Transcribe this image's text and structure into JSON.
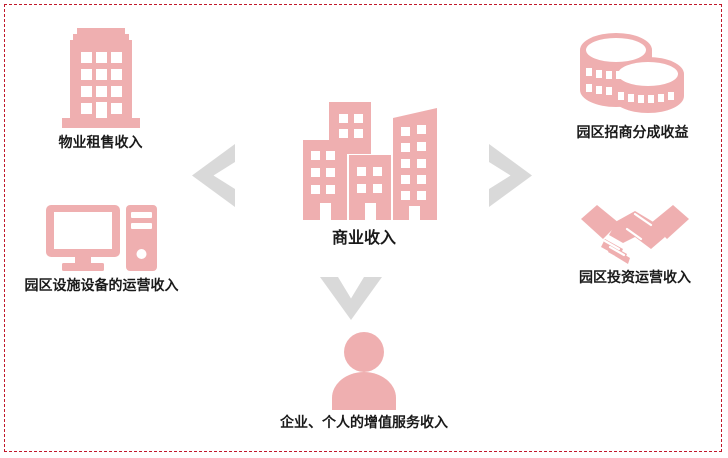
{
  "diagram": {
    "title": "商业收入",
    "frame": {
      "style": "dashed",
      "color": "#c2182b"
    },
    "palette": {
      "icon_pink": "#efafb0",
      "arrow_gray": "#d9d9d9",
      "label_text": "#1a1a1a",
      "background": "#ffffff"
    },
    "center": {
      "label": "商业收入",
      "icon": "city-buildings-icon"
    },
    "nodes": [
      {
        "id": "property-rental-sales",
        "label": "物业租售收入",
        "icon": "office-building-icon",
        "position": "top-left"
      },
      {
        "id": "facility-equipment-operation",
        "label": "园区设施设备的运营收入",
        "icon": "desktop-computer-icon",
        "position": "bottom-left"
      },
      {
        "id": "investment-promotion-share",
        "label": "园区招商分成收益",
        "icon": "coins-stack-icon",
        "position": "top-right"
      },
      {
        "id": "investment-operation",
        "label": "园区投资运营收入",
        "icon": "handshake-icon",
        "position": "bottom-right"
      },
      {
        "id": "value-added-services",
        "label": "企业、个人的增值服务收入",
        "icon": "person-icon",
        "position": "bottom-center"
      }
    ],
    "arrows": [
      {
        "id": "arrow-left",
        "icon": "chevron-left-icon",
        "direction": "left"
      },
      {
        "id": "arrow-right",
        "icon": "chevron-right-icon",
        "direction": "right"
      },
      {
        "id": "arrow-down",
        "icon": "chevron-down-icon",
        "direction": "down"
      }
    ]
  }
}
